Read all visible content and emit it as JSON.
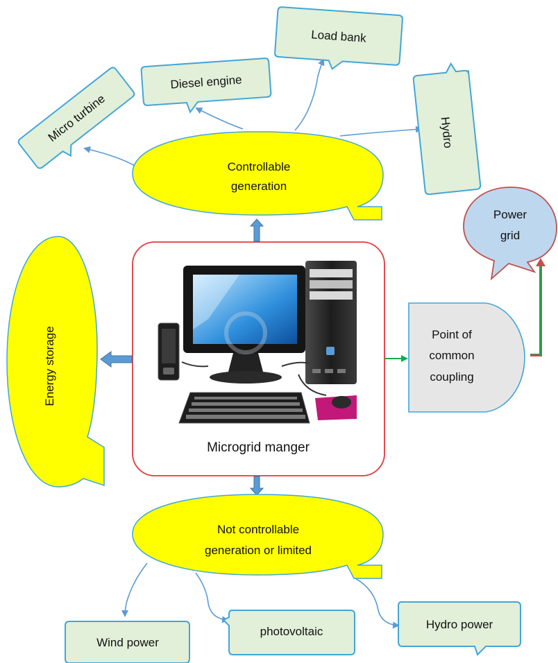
{
  "nodes": {
    "controllable": [
      "Controllable",
      "generation"
    ],
    "micro_turbine": "Micro turbine",
    "diesel_engine": "Diesel engine",
    "load_bank": "Load bank",
    "hydro": "Hydro",
    "power_grid": [
      "Power",
      "grid"
    ],
    "energy_storage": "Energy storage",
    "microgrid_manager": "Microgrid manger",
    "pcc": [
      "Point of",
      "common",
      "coupling"
    ],
    "not_controllable": [
      "Not controllable",
      "generation or limited"
    ],
    "wind_power": "Wind power",
    "photovoltaic": "photovoltaic",
    "hydro_power": "Hydro power"
  },
  "colors": {
    "yellow_fill": "#ffff00",
    "green_fill": "#e2efd9",
    "box_border": "#41a6d8",
    "connector": "#5b9bd5",
    "manager_border": "#e0393e",
    "grid_fill": "#bdd7ee",
    "grid_border": "#c0504d",
    "pcc_fill": "#e7e6e6",
    "pcc_arrow": "#00b050"
  },
  "icons": [
    "desktop-computer-icon",
    "phone-icon",
    "monitor-icon",
    "keyboard-icon",
    "mouse-icon",
    "tower-pc-icon"
  ]
}
